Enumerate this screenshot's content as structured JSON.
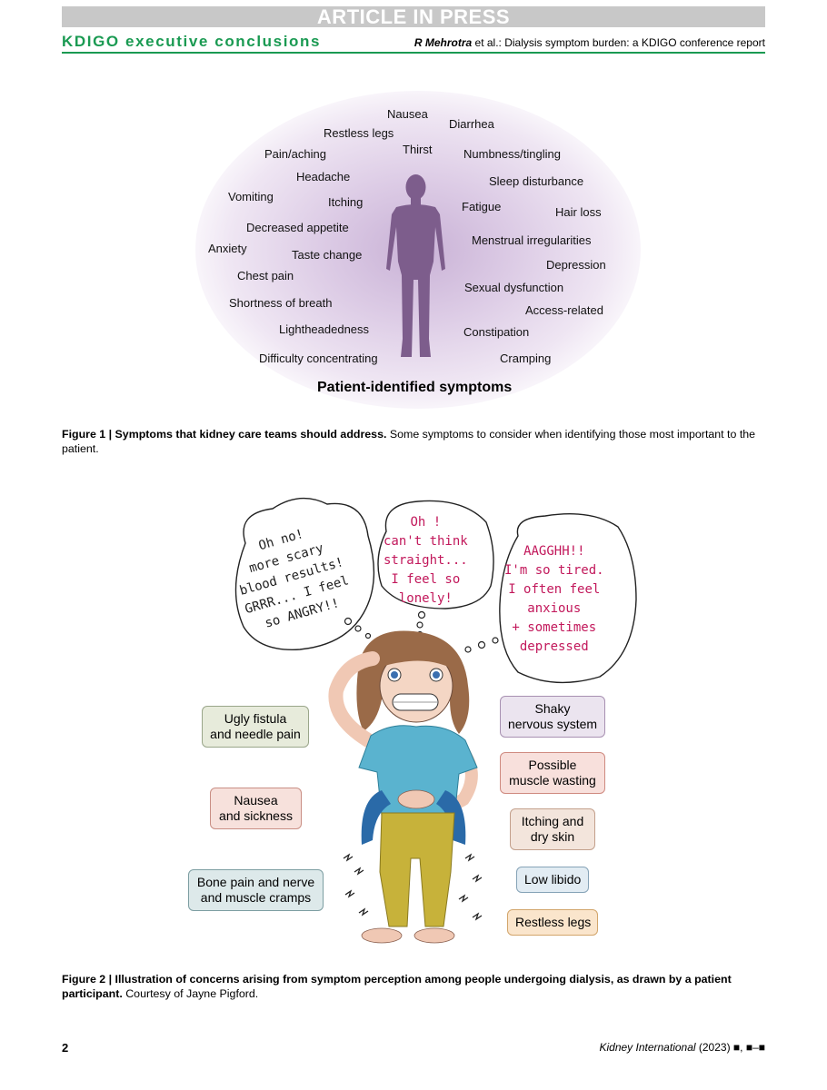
{
  "header": {
    "banner": "ARTICLE IN PRESS",
    "section": "KDIGO executive conclusions",
    "authors": "R Mehrotra",
    "running_title": " et al.: Dialysis symptom burden: a KDIGO conference report"
  },
  "figure1": {
    "symptoms": [
      "Nausea",
      "Diarrhea",
      "Restless legs",
      "Thirst",
      "Pain/aching",
      "Numbness/tingling",
      "Headache",
      "Sleep disturbance",
      "Vomiting",
      "Itching",
      "Fatigue",
      "Hair loss",
      "Decreased appetite",
      "Menstrual irregularities",
      "Anxiety",
      "Taste change",
      "Depression",
      "Chest pain",
      "Sexual dysfunction",
      "Shortness of breath",
      "Access-related",
      "Lightheadedness",
      "Constipation",
      "Difficulty concentrating",
      "Cramping"
    ],
    "label": "Patient-identified symptoms",
    "caption_lead": "Figure 1 | Symptoms that kidney care teams should address.",
    "caption_text": " Some symptoms to consider when identifying those most important to the patient."
  },
  "figure2": {
    "bubble_left": "Oh no!\nmore scary\nblood results!\nGRRR... I feel\nso ANGRY!!",
    "bubble_center": "Oh !\ncan't think\nstraight...\nI feel so\nlonely!",
    "bubble_right": "AAGGHH!!\nI'm so tired.\nI often feel\nanxious\n+ sometimes\ndepressed",
    "boxes_left": [
      {
        "text": "Ugly fistula\nand needle pain",
        "bg": "#e7ebdb",
        "border": "#9aa68a"
      },
      {
        "text": "Nausea\nand sickness",
        "bg": "#f7e1dc",
        "border": "#c98e84"
      },
      {
        "text": "Bone pain and nerve\nand muscle cramps",
        "bg": "#dde9ea",
        "border": "#7d9ea2"
      }
    ],
    "boxes_right": [
      {
        "text": "Shaky\nnervous system",
        "bg": "#ebe4ef",
        "border": "#a891b2"
      },
      {
        "text": "Possible\nmuscle wasting",
        "bg": "#f8e0dc",
        "border": "#cf8a80"
      },
      {
        "text": "Itching and\ndry skin",
        "bg": "#f3e5dc",
        "border": "#c3a08c"
      },
      {
        "text": "Low libido",
        "bg": "#e2ecf3",
        "border": "#86a3b7"
      },
      {
        "text": "Restless legs",
        "bg": "#fae5cc",
        "border": "#d2a56b"
      }
    ],
    "caption_lead": "Figure 2 | Illustration of concerns arising from symptom perception among people undergoing dialysis, as drawn by a patient participant.",
    "caption_text": " Courtesy of Jayne Pigford."
  },
  "footer": {
    "page": "2",
    "journal": "Kidney International",
    "year": " (2023) ",
    "vol": "■, ■–■"
  }
}
